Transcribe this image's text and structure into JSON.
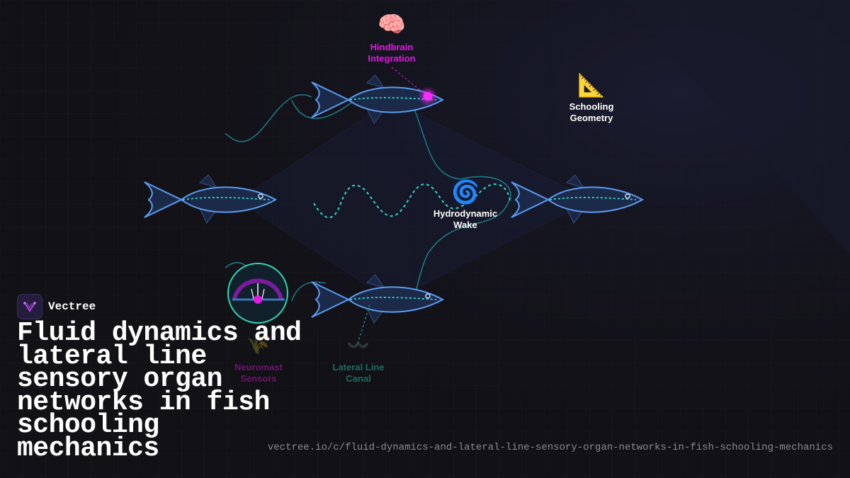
{
  "brand": {
    "name": "Vectree"
  },
  "title": "Fluid dynamics and lateral line sensory organ networks in fish schooling mechanics",
  "url": "vectree.io/c/fluid-dynamics-and-lateral-line-sensory-organ-networks-in-fish-schooling-mechanics",
  "labels": {
    "hindbrain": {
      "line1": "Hindbrain",
      "line2": "Integration",
      "icon": "brain-icon",
      "glyph": "🧠",
      "color": "#e01ae0"
    },
    "schooling": {
      "line1": "Schooling",
      "line2": "Geometry",
      "icon": "triangle-ruler-icon",
      "glyph": "📐",
      "color": "#ffffff"
    },
    "wake": {
      "line1": "Hydrodynamic",
      "line2": "Wake",
      "icon": "cyclone-icon",
      "glyph": "🌀",
      "color": "#ffffff"
    },
    "neuromast": {
      "line1": "Neuromast",
      "line2": "Sensors",
      "icon": "sheaf-icon",
      "glyph": "🌾",
      "color": "#b51ab5"
    },
    "lateral_line": {
      "line1": "Lateral Line",
      "line2": "Canal",
      "icon": "wavy-line-icon",
      "glyph": "〰️",
      "color": "#1e8a7a"
    }
  },
  "colors": {
    "background": "#121116",
    "fish_fill": "#1c2a4a",
    "fish_stroke": "#5b9cf0",
    "lateral_line": "#2fd6c8",
    "accent_magenta": "#e01ae0",
    "accent_teal": "#2fd6c8"
  }
}
